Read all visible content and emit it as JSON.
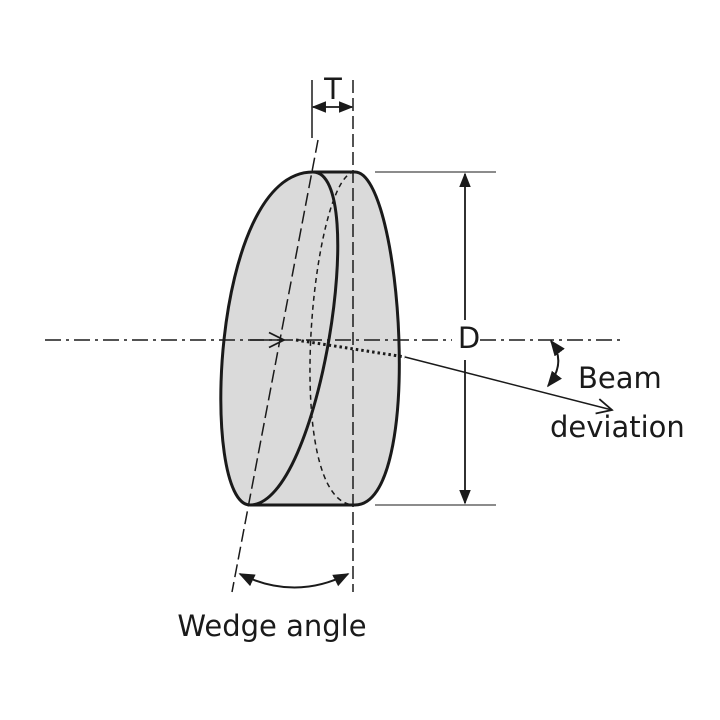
{
  "labels": {
    "thickness": "T",
    "diameter": "D",
    "beam_deviation_line1": "Beam",
    "beam_deviation_line2": "deviation",
    "wedge_angle": "Wedge angle"
  },
  "colors": {
    "stroke": "#1a1a1a",
    "lens_fill": "#dadada",
    "background": "#ffffff"
  }
}
